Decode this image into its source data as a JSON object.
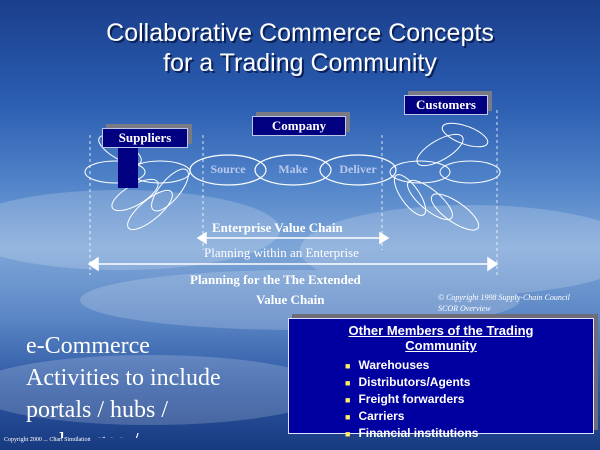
{
  "title": {
    "line1": "Collaborative Commerce Concepts",
    "line2": "for a Trading Community"
  },
  "boxes": {
    "suppliers": "Suppliers",
    "company": "Company",
    "customers": "Customers"
  },
  "chain": {
    "source": "Source",
    "make": "Make",
    "deliver": "Deliver"
  },
  "labels": {
    "enterprise_chain": "Enterprise Value Chain",
    "planning_within": "Planning within an Enterprise",
    "planning_extended_1": "Planning for the The Extended",
    "planning_extended_2": "Value Chain"
  },
  "copyright": {
    "line1": "© Copyright 1998 Supply-Chain Council",
    "line2": "SCOR Overview"
  },
  "members": {
    "heading_1": "Other Members of the Trading",
    "heading_2": "Community",
    "items": [
      "Warehouses",
      "Distributors/Agents",
      "Freight forwarders",
      "Carriers",
      "Financial institutions"
    ]
  },
  "ecommerce": {
    "line1": "e-Commerce",
    "line2": "Activities to include",
    "line3": "portals / hubs /",
    "line4": "exchanges /"
  },
  "footer": "Copyright 2000 ... Chart Simulation",
  "colors": {
    "box_fill": "#000080",
    "line": "#ffffff",
    "text": "#ffffff"
  }
}
